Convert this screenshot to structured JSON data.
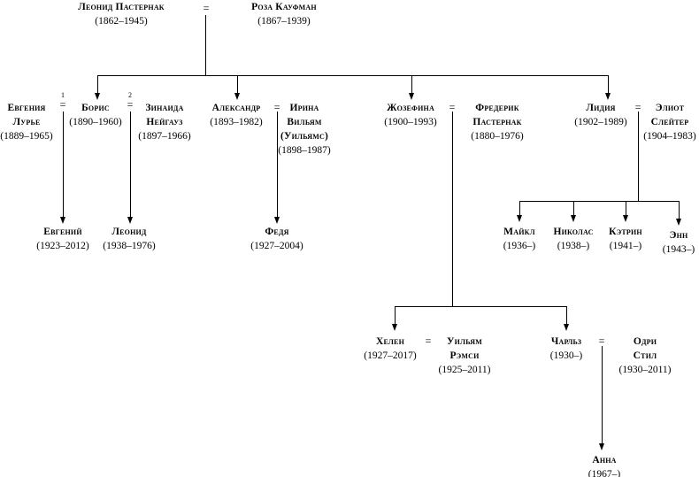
{
  "colors": {
    "line": "#000000",
    "text": "#000000",
    "background": "#ffffff"
  },
  "symbols": {
    "eq": "=",
    "sup1": "1",
    "sup2": "2"
  },
  "persons": {
    "leonid_sr": {
      "lines": [
        "Леонид Пастернак"
      ],
      "dates": "(1862–1945)"
    },
    "roza": {
      "lines": [
        "Роза Кауфман"
      ],
      "dates": "(1867–1939)"
    },
    "evgenia": {
      "lines": [
        "Евгения",
        "Лурье"
      ],
      "dates": "(1889–1965)"
    },
    "boris": {
      "lines": [
        "Борис"
      ],
      "dates": "(1890–1960)"
    },
    "zinaida": {
      "lines": [
        "Зинаида",
        "Нейгауз"
      ],
      "dates": "(1897–1966)"
    },
    "alexander": {
      "lines": [
        "Александр"
      ],
      "dates": "(1893–1982)"
    },
    "irina": {
      "lines": [
        "Ирина",
        "Вильям",
        "(Уильямс)"
      ],
      "dates": "(1898–1987)"
    },
    "josephine": {
      "lines": [
        "Жозефина"
      ],
      "dates": "(1900–1993)"
    },
    "frederick": {
      "lines": [
        "Фредерик",
        "Пастернак"
      ],
      "dates": "(1880–1976)"
    },
    "lydia": {
      "lines": [
        "Лидия"
      ],
      "dates": "(1902–1989)"
    },
    "eliot": {
      "lines": [
        "Элиот",
        "Слейтер"
      ],
      "dates": "(1904–1983)"
    },
    "evgeny": {
      "lines": [
        "Евгений"
      ],
      "dates": "(1923–2012)"
    },
    "leonid_jr": {
      "lines": [
        "Леонид"
      ],
      "dates": "(1938–1976)"
    },
    "fedya": {
      "lines": [
        "Федя"
      ],
      "dates": "(1927–2004)"
    },
    "michael": {
      "lines": [
        "Майкл"
      ],
      "dates": "(1936–)"
    },
    "nicholas": {
      "lines": [
        "Николас"
      ],
      "dates": "(1938–)"
    },
    "catherine": {
      "lines": [
        "Кэтрин"
      ],
      "dates": "(1941–)"
    },
    "ann": {
      "lines": [
        "Энн"
      ],
      "dates": "(1943–)"
    },
    "helen": {
      "lines": [
        "Хелен"
      ],
      "dates": "(1927–2017)"
    },
    "william": {
      "lines": [
        "Уильям",
        "Рэмси"
      ],
      "dates": "(1925–2011)"
    },
    "charles": {
      "lines": [
        "Чарльз"
      ],
      "dates": "(1930–)"
    },
    "audrey": {
      "lines": [
        "Одри",
        "Стил"
      ],
      "dates": "(1930–2011)"
    },
    "anna": {
      "lines": [
        "Анна"
      ],
      "dates": "(1967–)"
    }
  }
}
